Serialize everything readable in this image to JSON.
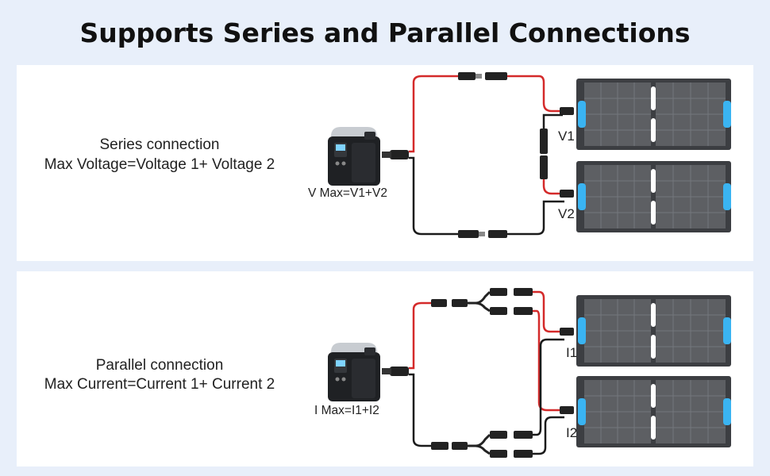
{
  "title": "Supports Series and Parallel Connections",
  "series": {
    "heading": "Series connection",
    "formula": "Max Voltage=Voltage 1+ Voltage 2",
    "max_label": "V Max=V1+V2",
    "panel1_label": "V1",
    "panel2_label": "V2"
  },
  "parallel": {
    "heading": "Parallel connection",
    "formula": "Max Current=Current 1+ Current 2",
    "max_label": "I Max=I1+I2",
    "panel1_label": "I1",
    "panel2_label": "I2"
  },
  "colors": {
    "positive_cable": "#d42a2a",
    "negative_cable": "#1b1b1b",
    "panel_cell": "#5d5f63",
    "panel_handle": "#3ab4f2",
    "background": "#e8effa"
  }
}
